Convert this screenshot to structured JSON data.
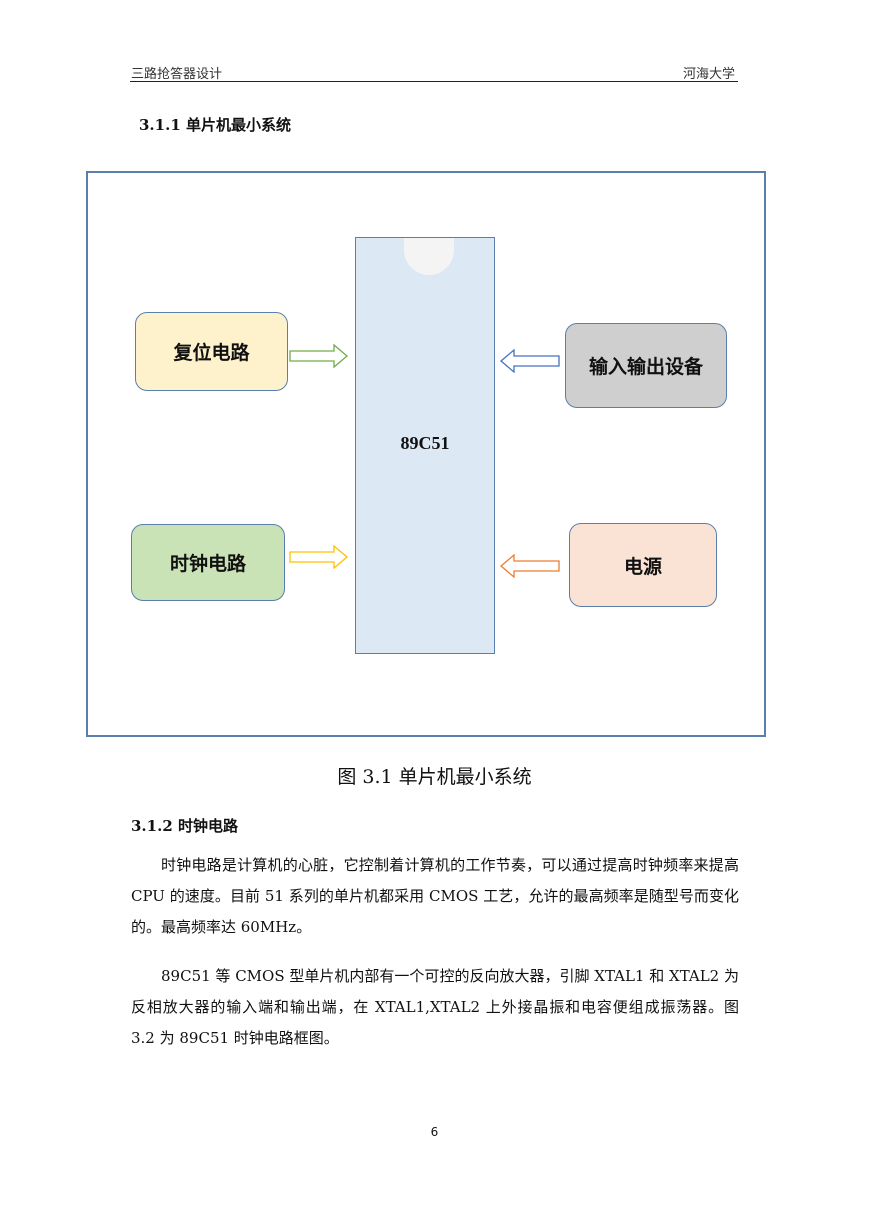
{
  "header": {
    "left": "三路抢答器设计",
    "right": "河海大学"
  },
  "section_title": "3.1.1 单片机最小系统",
  "figure": {
    "chip_label": "89C51",
    "blocks": {
      "reset": "复位电路",
      "clock": "时钟电路",
      "io": "输入输出设备",
      "power": "电源"
    },
    "colors": {
      "frame": "#5a7fae",
      "chip": "#dde8f5",
      "reset": "#fdf2cc",
      "clock": "#c9e2b6",
      "io": "#cfcfcf",
      "power": "#fae3d4",
      "arrow_reset": "#70ad47",
      "arrow_clock": "#ffc000",
      "arrow_io": "#4472c4",
      "arrow_power": "#ed7d31"
    }
  },
  "caption": "图 3.1 单片机最小系统",
  "subsection_title": "3.1.2  时钟电路",
  "paragraphs": {
    "p1": "时钟电路是计算机的心脏，它控制着计算机的工作节奏，可以通过提高时钟频率来提高 CPU 的速度。目前 51 系列的单片机都采用 CMOS 工艺，允许的最高频率是随型号而变化的。最高频率达 60MHz。",
    "p2": "89C51 等 CMOS 型单片机内部有一个可控的反向放大器，引脚 XTAL1 和 XTAL2 为反相放大器的输入端和输出端，在 XTAL1,XTAL2 上外接晶振和电容便组成振荡器。图 3.2 为 89C51 时钟电路框图。"
  },
  "page_number": "6"
}
